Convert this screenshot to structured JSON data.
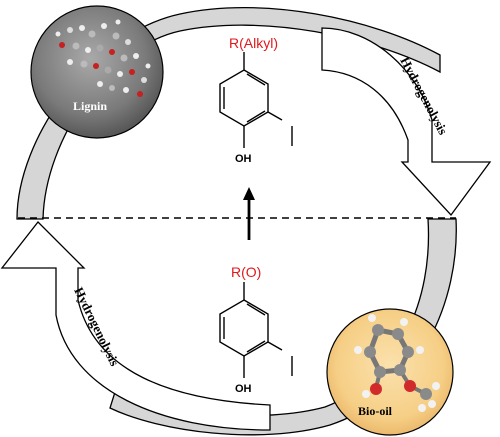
{
  "diagram": {
    "top_label": "R(Alkyl)",
    "bottom_label": "R(O)",
    "top_oh": "OH",
    "bottom_oh": "OH",
    "arrow_right_label": "Hydrogenolysis",
    "arrow_left_label": "Hydrogenolysis",
    "circle_lignin_label": "Lignin",
    "circle_biooil_label": "Bio-oil"
  },
  "colors": {
    "red_label": "#e0191d",
    "gray_band": "#d4d4d4",
    "lignin_fill": "#7d7d7d",
    "biooil_fill": "#f7d089",
    "ink": "#000000"
  }
}
